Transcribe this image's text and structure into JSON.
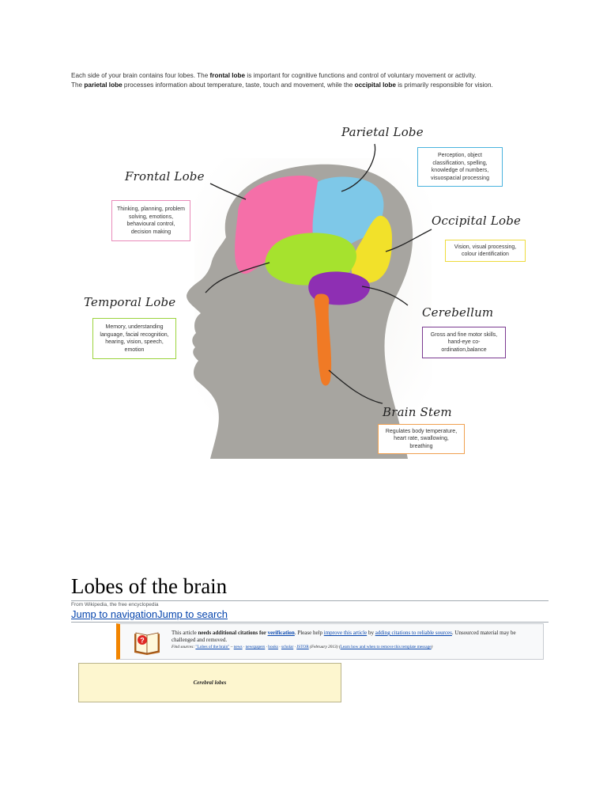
{
  "intro": {
    "p1_before": "Each side of your brain contains four lobes. The ",
    "p1_bold": "frontal lobe",
    "p1_after": " is important for cognitive functions and control of voluntary movement or activity.",
    "p2_before": "The ",
    "p2_bold1": "parietal lobe",
    "p2_mid": " processes information about temperature, taste, touch and movement, while the ",
    "p2_bold2": "occipital lobe",
    "p2_after": " is primarily responsible for vision."
  },
  "figure": {
    "colors": {
      "frontal": "#f56fa8",
      "parietal": "#7ec8e8",
      "occipital": "#f2e12a",
      "temporal": "#a6e22e",
      "cerebellum": "#8e2fb3",
      "brainstem": "#f07a25",
      "head": "#a7a5a0"
    },
    "lobes": [
      {
        "key": "parietal",
        "title": "Parietal Lobe",
        "desc": "Perception, object classification, spelling, knowledge of numbers, visuospacial processing",
        "border": "#4ab3de"
      },
      {
        "key": "frontal",
        "title": "Frontal Lobe",
        "desc": "Thinking, planning, problem solving, emotions, behavioural control, decision making",
        "border": "#e98ab9"
      },
      {
        "key": "occipital",
        "title": "Occipital Lobe",
        "desc": "Vision, visual processing, colour identification",
        "border": "#eedb3c"
      },
      {
        "key": "temporal",
        "title": "Temporal Lobe",
        "desc": "Memory, understanding language, facial recognition, hearing, vision, speech, emotion",
        "border": "#9bd33c"
      },
      {
        "key": "cerebellum",
        "title": "Cerebellum",
        "desc": "Gross and fine motor skills, hand-eye co-ordination,balance",
        "border": "#7b3a91"
      },
      {
        "key": "brainstem",
        "title": "Brain Stem",
        "desc": "Regulates body temperature, heart rate, swallowing, breathing",
        "border": "#f0a050"
      }
    ]
  },
  "wiki": {
    "title": "Lobes of the brain",
    "from": "From Wikipedia, the free encyclopedia",
    "jump_nav": "Jump to navigation",
    "jump_search": "Jump to search",
    "notice": {
      "text1": "This article ",
      "bold": "needs additional citations for ",
      "link_verification": "verification",
      "text2": ". Please help ",
      "link_improve": "improve this article",
      "text3": " by ",
      "link_adding": "adding citations to reliable sources",
      "text4": ". Unsourced material may be challenged and removed.",
      "find_label": "Find sources: ",
      "find_query": "\"Lobes of the brain\"",
      "sources": [
        "news",
        "newspapers",
        "books",
        "scholar",
        "JSTOR"
      ],
      "date": " (February 2013) (",
      "learn": "Learn how and when to remove this template message",
      "close": ")"
    },
    "infobox_caption": "Cerebral lobes"
  }
}
